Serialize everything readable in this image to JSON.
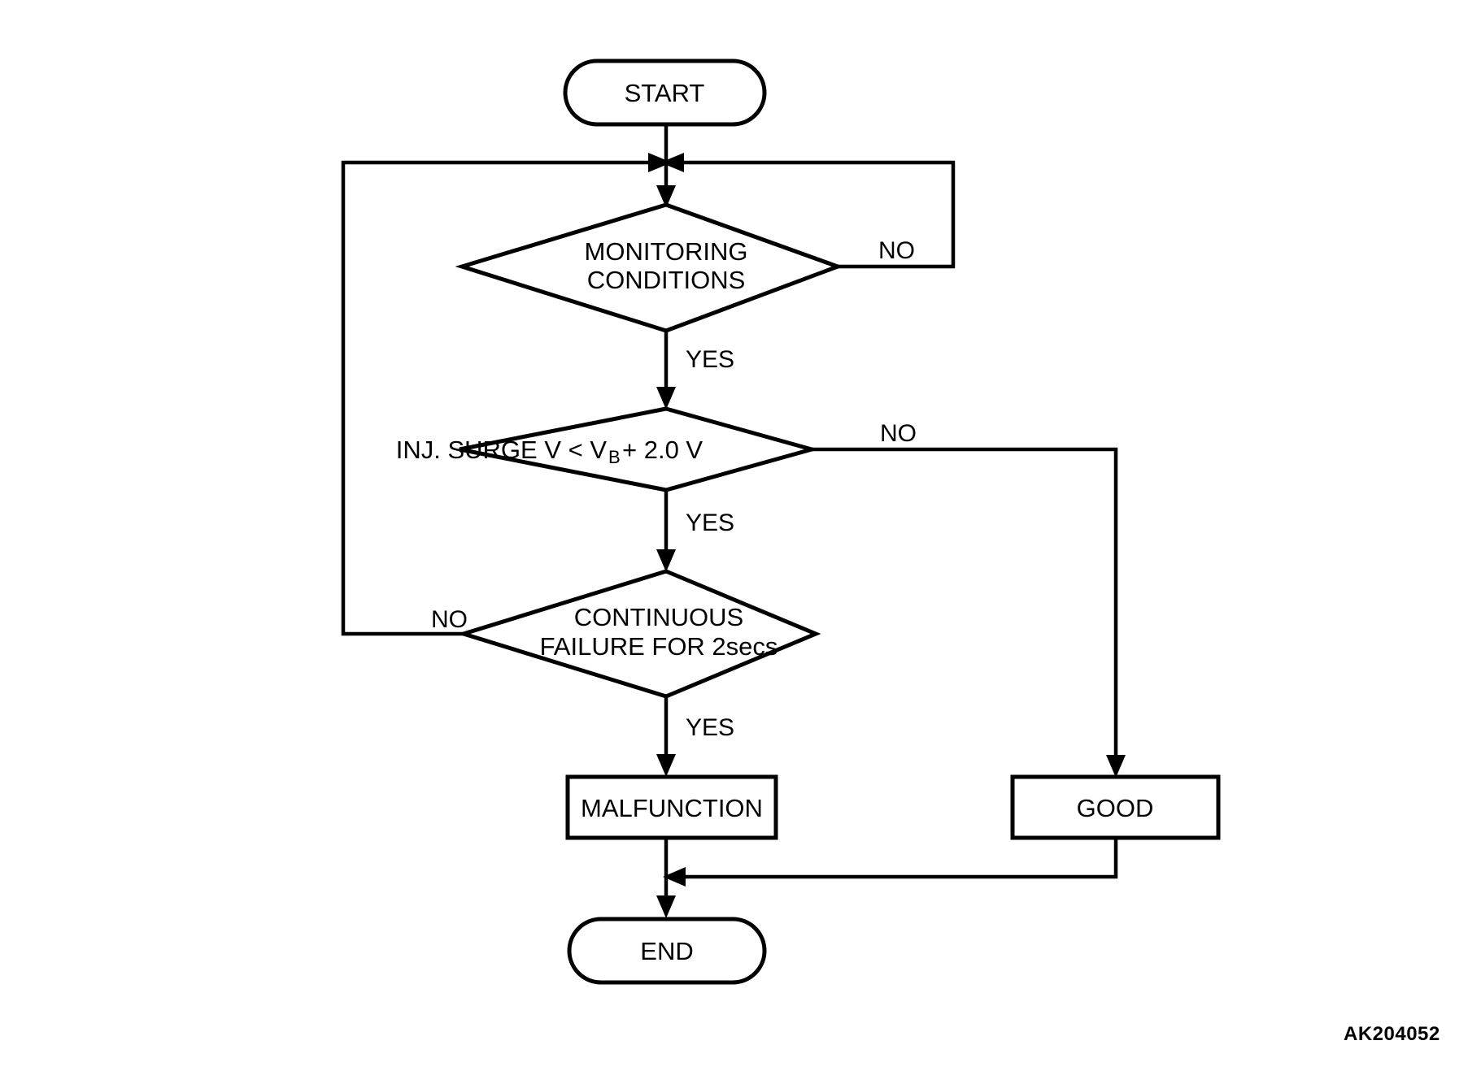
{
  "diagram": {
    "title": "Injector surge voltage monitoring flowchart",
    "reference_code": "AK204052",
    "stroke_color": "#000000",
    "background_color": "#ffffff",
    "nodes": {
      "start": {
        "label": "START",
        "shape": "terminator"
      },
      "monitoring": {
        "label_line1": "MONITORING",
        "label_line2": "CONDITIONS",
        "shape": "decision"
      },
      "surge": {
        "label_prefix": "INJ. SURGE V < V",
        "label_subscript": "B",
        "label_suffix": " + 2.0 V",
        "shape": "decision"
      },
      "continuous": {
        "label_line1": "CONTINUOUS",
        "label_line2": "FAILURE FOR 2secs",
        "shape": "decision"
      },
      "malfunction": {
        "label": "MALFUNCTION",
        "shape": "process"
      },
      "good": {
        "label": "GOOD",
        "shape": "process"
      },
      "end": {
        "label": "END",
        "shape": "terminator"
      }
    },
    "edges": {
      "monitoring_no": "NO",
      "monitoring_yes": "YES",
      "surge_no": "NO",
      "surge_yes": "YES",
      "continuous_no": "NO",
      "continuous_yes": "YES"
    }
  }
}
